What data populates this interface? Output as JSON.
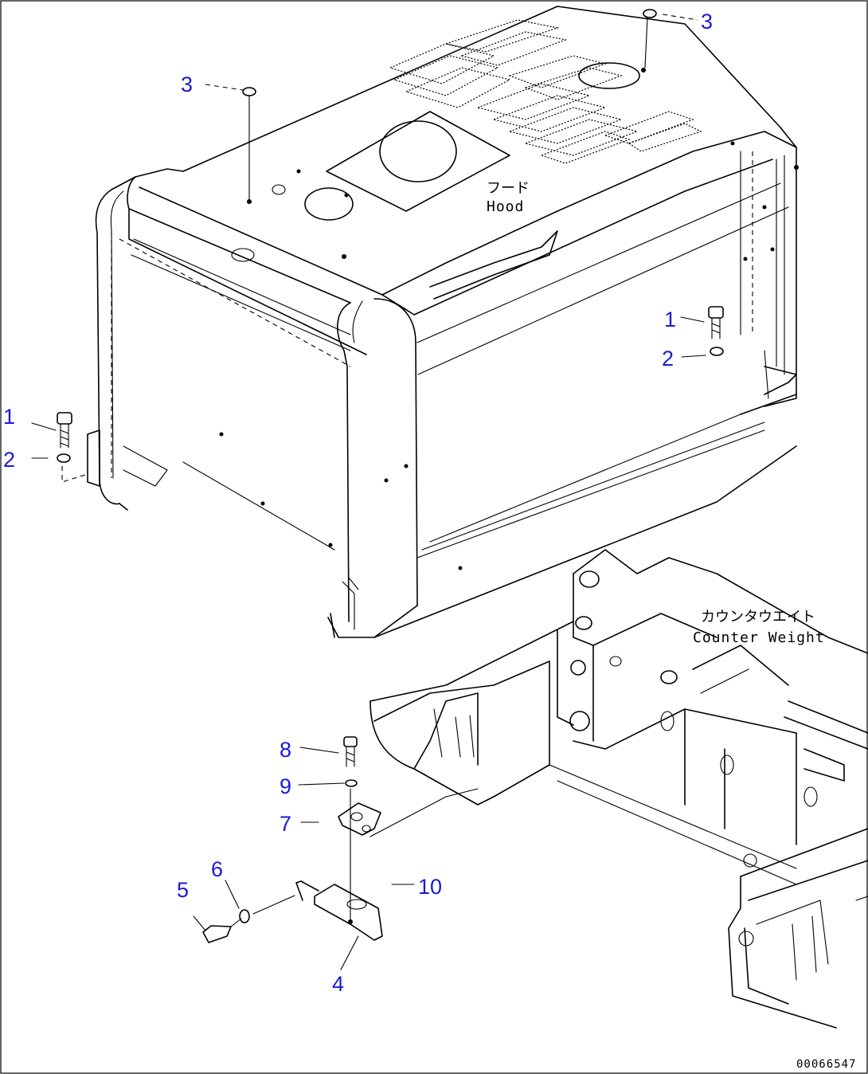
{
  "labels": {
    "hood_jp": "フード",
    "hood_en": "Hood",
    "counterweight_jp": "カウンタウエイト",
    "counterweight_en": "Counter Weight"
  },
  "callouts": {
    "c1_left": "1",
    "c2_left": "2",
    "c3_left": "3",
    "c3_right": "3",
    "c1_right": "1",
    "c2_right": "2",
    "c8": "8",
    "c9": "9",
    "c7": "7",
    "c10": "10",
    "c6": "6",
    "c5": "5",
    "c4": "4"
  },
  "drawing_number": "00066547",
  "colors": {
    "callout": "#1a1ad6",
    "line": "#000000",
    "background": "#ffffff"
  }
}
